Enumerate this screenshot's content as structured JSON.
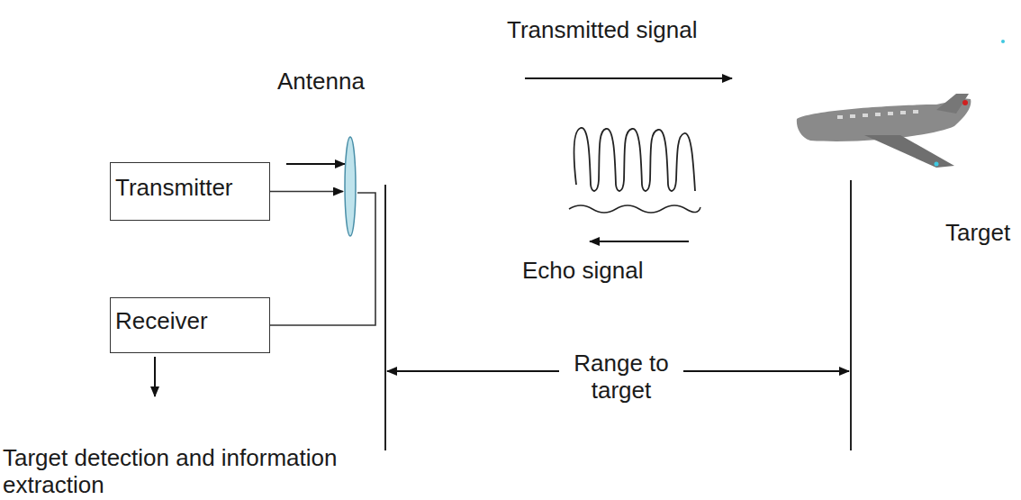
{
  "diagram": {
    "nodes": [
      {
        "text": [
          "Antenna"
        ]
      },
      {
        "text": [
          "Transmitter"
        ]
      },
      {
        "text": [
          "Receiver"
        ]
      }
    ],
    "edges": [
      {
        "from": 1,
        "to": 0,
        "arrow": "to"
      },
      {
        "from": 2,
        "to": 0,
        "arrow": "none"
      }
    ],
    "labels": [
      "Transmitted signal",
      "Echo signal",
      "Range to target",
      "Target",
      "Target detection and information extraction"
    ]
  }
}
